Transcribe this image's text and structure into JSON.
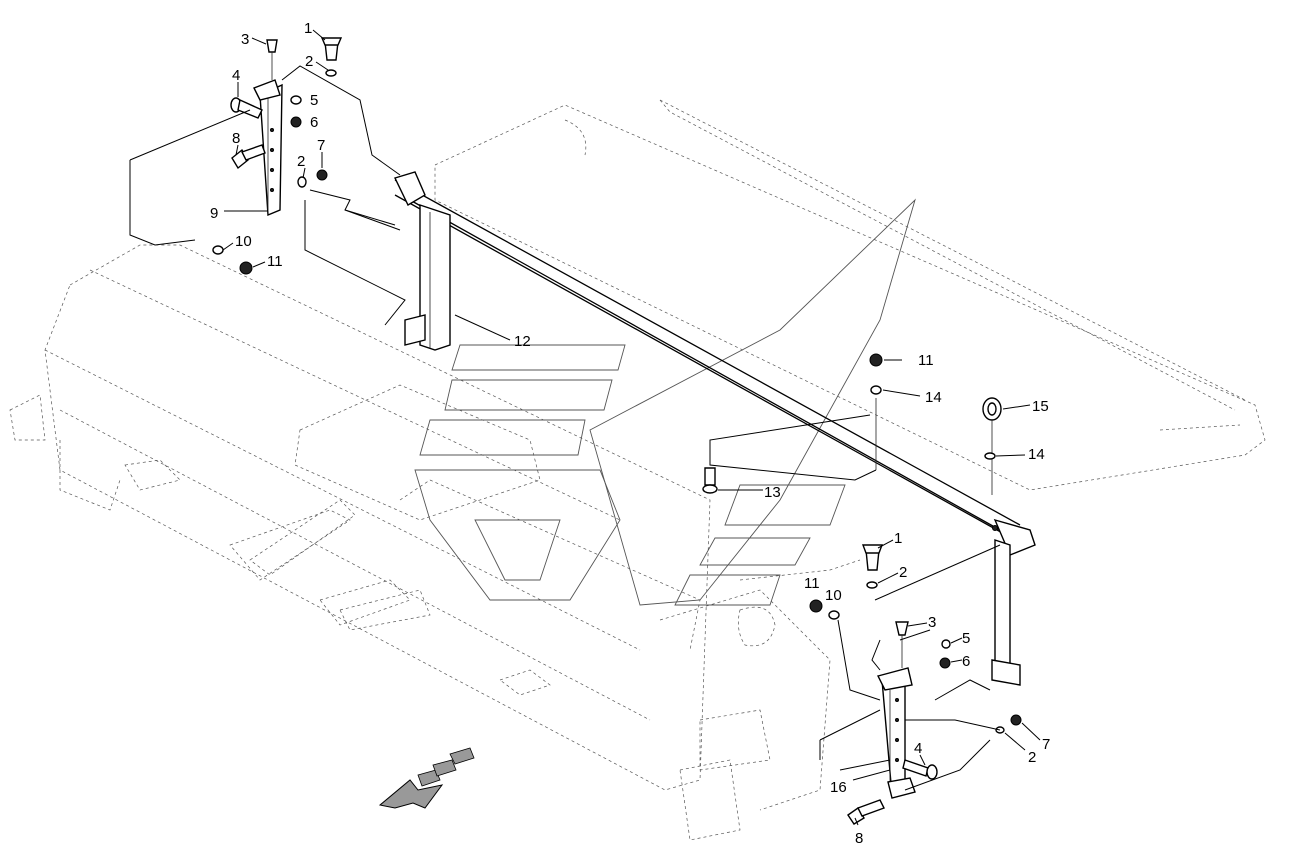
{
  "diagram": {
    "callouts": [
      {
        "id": "c1a",
        "label": "1"
      },
      {
        "id": "c2a",
        "label": "2"
      },
      {
        "id": "c3a",
        "label": "3"
      },
      {
        "id": "c4a",
        "label": "4"
      },
      {
        "id": "c5a",
        "label": "5"
      },
      {
        "id": "c6a",
        "label": "6"
      },
      {
        "id": "c8a",
        "label": "8"
      },
      {
        "id": "c2b",
        "label": "2"
      },
      {
        "id": "c7a",
        "label": "7"
      },
      {
        "id": "c9a",
        "label": "9"
      },
      {
        "id": "c10a",
        "label": "10"
      },
      {
        "id": "c11a",
        "label": "11"
      },
      {
        "id": "c12a",
        "label": "12"
      },
      {
        "id": "c11b",
        "label": "11"
      },
      {
        "id": "c14a",
        "label": "14"
      },
      {
        "id": "c15a",
        "label": "15"
      },
      {
        "id": "c14b",
        "label": "14"
      },
      {
        "id": "c13a",
        "label": "13"
      },
      {
        "id": "c1b",
        "label": "1"
      },
      {
        "id": "c2c",
        "label": "2"
      },
      {
        "id": "c11c",
        "label": "11"
      },
      {
        "id": "c10b",
        "label": "10"
      },
      {
        "id": "c3b",
        "label": "3"
      },
      {
        "id": "c5b",
        "label": "5"
      },
      {
        "id": "c6b",
        "label": "6"
      },
      {
        "id": "c7b",
        "label": "7"
      },
      {
        "id": "c2d",
        "label": "2"
      },
      {
        "id": "c4b",
        "label": "4"
      },
      {
        "id": "c16a",
        "label": "16"
      },
      {
        "id": "c8b",
        "label": "8"
      }
    ],
    "direction_icon": "direction-arrow-icon"
  }
}
